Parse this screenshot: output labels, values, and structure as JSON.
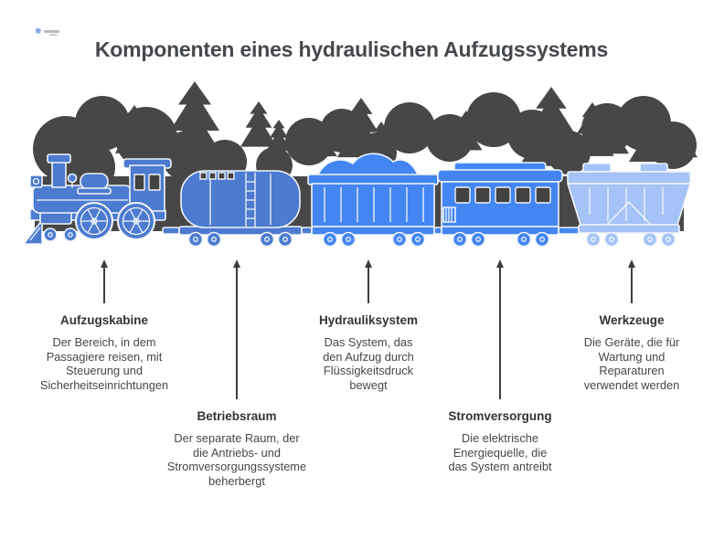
{
  "header": {
    "logo_icon": "❋",
    "title": "Komponenten eines hydraulischen Aufzugssystems"
  },
  "illustration": {
    "kind": "steam-train-with-forest-silhouette",
    "colors": {
      "forest": "#474747",
      "locomotive": "#4c7bd0",
      "tank_car": "#4c7bd0",
      "gondola_car": "#4386f2",
      "passenger_car": "#4386f2",
      "hopper_car": "#a5c3f6",
      "window": "#424242",
      "arrow": "#3d3d3d"
    }
  },
  "components": [
    {
      "label": "Aufzugskabine",
      "description": "Der Bereich, in dem\nPassagiere reisen, mit\nSteuerung und\nSicherheitseinrichtungen"
    },
    {
      "label": "Betriebsraum",
      "description": "Der separate Raum, der\ndie Antriebs- und\nStromversorgungssysteme\nbeherbergt"
    },
    {
      "label": "Hydrauliksystem",
      "description": "Das System, das\nden Aufzug durch\nFlüssigkeitsdruck\nbewegt"
    },
    {
      "label": "Stromversorgung",
      "description": "Die elektrische\nEnergiequelle, die\ndas System antreibt"
    },
    {
      "label": "Werkzeuge",
      "description": "Die Geräte, die für\nWartung und\nReparaturen\nverwendet werden"
    }
  ]
}
